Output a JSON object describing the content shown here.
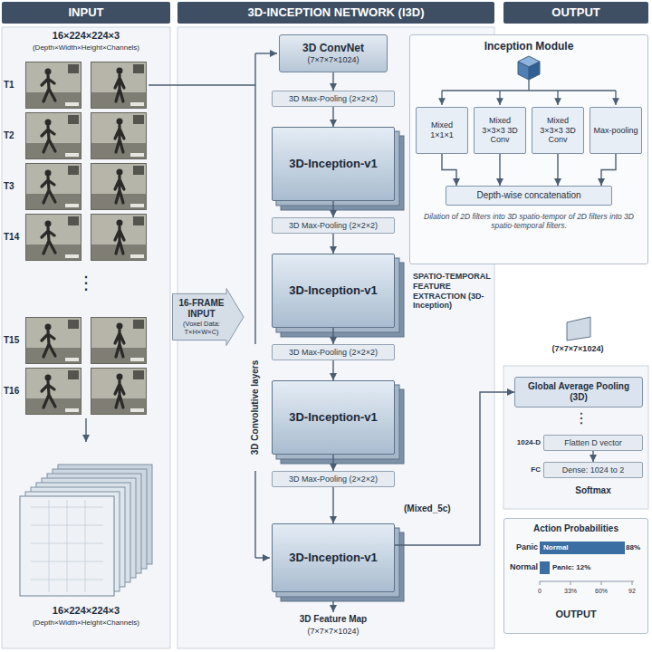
{
  "diagram": {
    "nodes": [
      {
        "text": [
          "INPUT"
        ]
      },
      {
        "text": [
          "3D-INCEPTION NETWORK (I3D)"
        ]
      },
      {
        "text": [
          "OUTPUT"
        ]
      },
      {
        "text": [
          "16-FRAME INPUT",
          "(Voxel Data: T×H×W×C)"
        ]
      },
      {
        "text": [
          "3D ConvNet",
          "(7×7×7×1024)"
        ]
      },
      {
        "text": [
          "3D Max-Pooling (2×2×2)"
        ]
      },
      {
        "text": [
          "3D-Inception-v1"
        ]
      },
      {
        "text": [
          "3D Max-Pooling (2×2×2)"
        ]
      },
      {
        "text": [
          "3D-Inception-v1"
        ]
      },
      {
        "text": [
          "3D Max-Pooling (2×2×2)"
        ]
      },
      {
        "text": [
          "3D-Inception-v1"
        ]
      },
      {
        "text": [
          "3D Max-Pooling (2×2×2)"
        ]
      },
      {
        "text": [
          "3D-Inception-v1"
        ]
      },
      {
        "text": [
          "Inception Module"
        ]
      },
      {
        "text": [
          "Mixed 1×1×1"
        ],
        "in": 13
      },
      {
        "text": [
          "Mixed 3×3×3 3D Conv"
        ],
        "in": 13
      },
      {
        "text": [
          "Mixed 3×3×3 3D Conv"
        ],
        "in": 13
      },
      {
        "text": [
          "Max-pooling"
        ],
        "in": 13
      },
      {
        "text": [
          "Depth-wise concatenation"
        ],
        "in": 13
      },
      {
        "text": [
          "Global Average Pooling (3D)"
        ]
      },
      {
        "text": [
          "Flatten D vector"
        ]
      },
      {
        "text": [
          "Dense: 1024 to 2"
        ]
      },
      {
        "text": [
          "Action Probabilities"
        ]
      },
      {
        "text": [
          "Normal"
        ],
        "in": 22
      }
    ],
    "edges": [
      {
        "from": 4,
        "to": 5,
        "arrow": "to"
      },
      {
        "from": 5,
        "to": 6,
        "arrow": "to"
      },
      {
        "from": 6,
        "to": 7,
        "arrow": "to"
      },
      {
        "from": 7,
        "to": 8,
        "arrow": "to"
      },
      {
        "from": 8,
        "to": 9,
        "arrow": "to"
      },
      {
        "from": 9,
        "to": 10,
        "arrow": "to"
      },
      {
        "from": 10,
        "to": 11,
        "arrow": "to"
      },
      {
        "from": 11,
        "to": 12,
        "arrow": "to"
      },
      {
        "from": 12,
        "to": 19,
        "arrow": "to"
      },
      {
        "from": 14,
        "to": 18,
        "arrow": "to"
      },
      {
        "from": 15,
        "to": 18,
        "arrow": "to"
      },
      {
        "from": 16,
        "to": 18,
        "arrow": "to"
      },
      {
        "from": 17,
        "to": 18,
        "arrow": "to"
      },
      {
        "from": 20,
        "to": 21,
        "arrow": "to"
      }
    ],
    "labels": [
      "16×224×224×3",
      "(Depth×Width×Height×Channels)",
      "T1",
      "T2",
      "T3",
      "T14",
      "⋮",
      "T15",
      "T16",
      "16×224×224×3",
      "(Depth×Width×Height×Channels)",
      "3D Convolutive layers",
      "Dilation of 2D filters into 3D spatio-tempor of 2D filters into 3D spatio-temporal filters.",
      "SPATIO-TEMPORAL FEATURE EXTRACTION (3D-Inception)",
      "(Mixed_5c)",
      "3D Feature Map",
      "(7×7×7×1024)",
      "(7×7×7×1024)",
      "⋮",
      "1024-D",
      "FC",
      "Softmax",
      "Panic",
      "88%",
      "Normal",
      "Panic: 12%",
      "0",
      "33%",
      "60%",
      "92",
      "OUTPUT"
    ]
  }
}
